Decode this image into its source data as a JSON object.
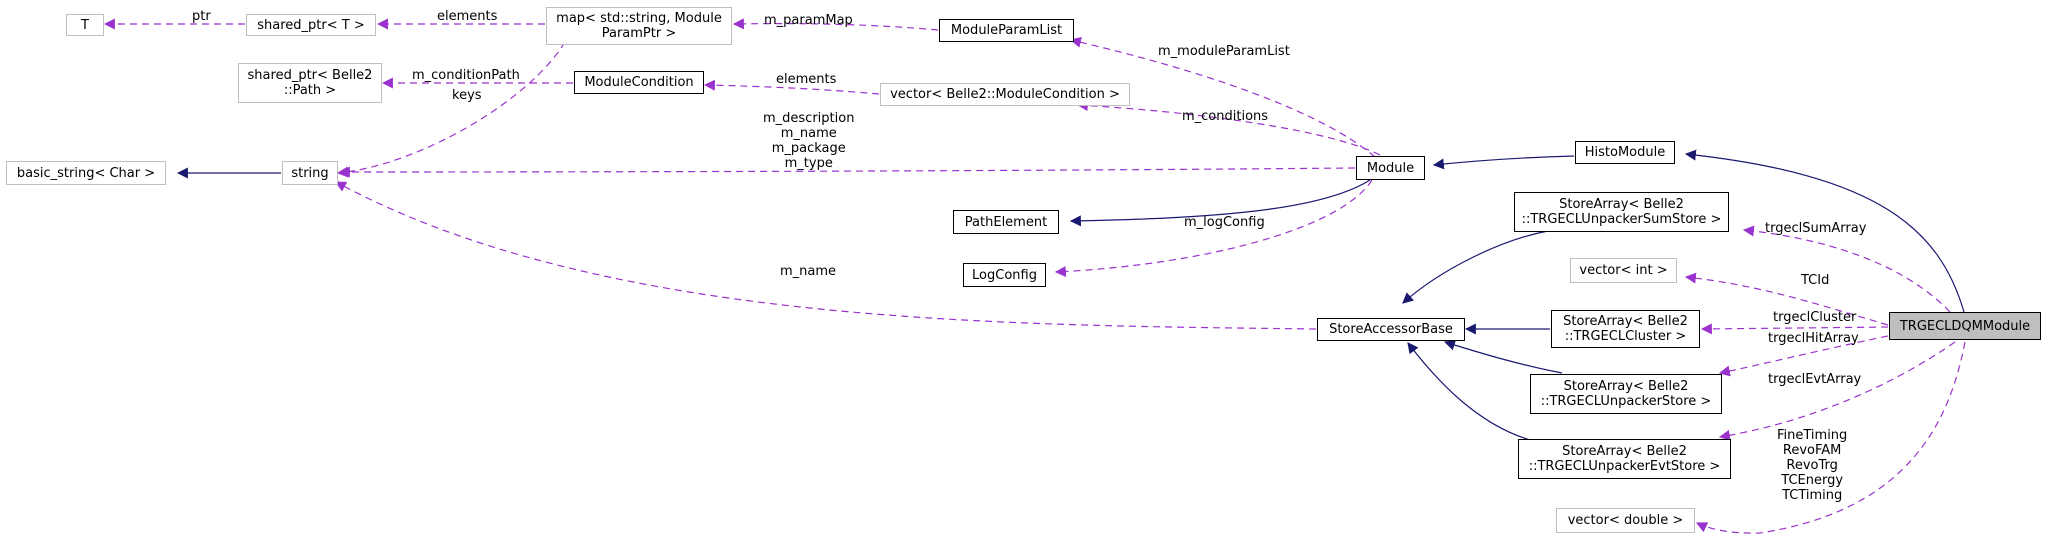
{
  "colors": {
    "inheritance": "#191970",
    "usage": "#9a32cd",
    "grey_border": "#bfbfbf",
    "focus_fill": "#bfbfbf"
  },
  "nodes": {
    "T": {
      "lines": [
        "T"
      ]
    },
    "shared_ptr_T": {
      "lines": [
        "shared_ptr< T >"
      ]
    },
    "map": {
      "lines": [
        "map< std::string, Module",
        "ParamPtr >"
      ]
    },
    "ModuleParamList": {
      "lines": [
        "ModuleParamList"
      ]
    },
    "shared_ptr_Path": {
      "lines": [
        "shared_ptr< Belle2",
        "::Path >"
      ]
    },
    "ModuleCondition": {
      "lines": [
        "ModuleCondition"
      ]
    },
    "vector_ModuleCondition": {
      "lines": [
        "vector< Belle2::ModuleCondition >"
      ]
    },
    "basic_string": {
      "lines": [
        "basic_string< Char >"
      ]
    },
    "string": {
      "lines": [
        "string"
      ]
    },
    "Module": {
      "lines": [
        "Module"
      ]
    },
    "HistoModule": {
      "lines": [
        "HistoModule"
      ]
    },
    "PathElement": {
      "lines": [
        "PathElement"
      ]
    },
    "LogConfig": {
      "lines": [
        "LogConfig"
      ]
    },
    "StoreArray_SumStore": {
      "lines": [
        "StoreArray< Belle2",
        "::TRGECLUnpackerSumStore >"
      ]
    },
    "vector_int": {
      "lines": [
        "vector< int >"
      ]
    },
    "StoreAccessorBase": {
      "lines": [
        "StoreAccessorBase"
      ]
    },
    "StoreArray_Cluster": {
      "lines": [
        "StoreArray< Belle2",
        "::TRGECLCluster >"
      ]
    },
    "TRGECLDQMModule": {
      "lines": [
        "TRGECLDQMModule"
      ]
    },
    "StoreArray_Store": {
      "lines": [
        "StoreArray< Belle2",
        "::TRGECLUnpackerStore >"
      ]
    },
    "StoreArray_EvtStore": {
      "lines": [
        "StoreArray< Belle2",
        "::TRGECLUnpackerEvtStore >"
      ]
    },
    "vector_double": {
      "lines": [
        "vector< double >"
      ]
    }
  },
  "edge_labels": {
    "ptr": [
      "ptr"
    ],
    "elements_map": [
      "elements"
    ],
    "m_paramMap": [
      "m_paramMap"
    ],
    "m_moduleParamList": [
      "m_moduleParamList"
    ],
    "m_conditionPath": [
      "m_conditionPath"
    ],
    "keys": [
      "keys"
    ],
    "elements_cond": [
      "elements"
    ],
    "m_conditions": [
      "m_conditions"
    ],
    "module_strings": [
      "m_description",
      "m_name",
      "m_package",
      "m_type"
    ],
    "m_logConfig": [
      "m_logConfig"
    ],
    "m_name_sab": [
      "m_name"
    ],
    "trgeclSumArray": [
      "trgeclSumArray"
    ],
    "TCId": [
      "TCId"
    ],
    "trgeclCluster": [
      "trgeclCluster"
    ],
    "trgeclHitArray": [
      "trgeclHitArray"
    ],
    "trgeclEvtArray": [
      "trgeclEvtArray"
    ],
    "double_members": [
      "FineTiming",
      "RevoFAM",
      "RevoTrg",
      "TCEnergy",
      "TCTiming"
    ]
  }
}
